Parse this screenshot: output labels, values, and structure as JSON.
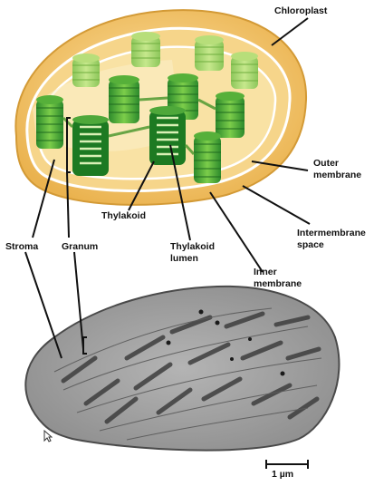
{
  "labels": {
    "chloroplast": "Chloroplast",
    "outer_membrane_line1": "Outer",
    "outer_membrane_line2": "membrane",
    "intermembrane_line1": "Intermembrane",
    "intermembrane_line2": "space",
    "inner_membrane_line1": "Inner",
    "inner_membrane_line2": "membrane",
    "thylakoid": "Thylakoid",
    "thylakoid_lumen_line1": "Thylakoid",
    "thylakoid_lumen_line2": "lumen",
    "stroma": "Stroma",
    "granum": "Granum",
    "scale_bar": "1 µm"
  },
  "colors": {
    "outer_envelope": "#f3c36a",
    "inner_envelope": "#f7dc9a",
    "stroma_fill": "#fbe8b8",
    "granum_dark": "#2f8f2f",
    "granum_light": "#7fc84a",
    "micrograph_bg": "#a6a6a6",
    "leader_line": "#111111"
  },
  "icons": {
    "cursor": "mouse-pointer-icon"
  }
}
